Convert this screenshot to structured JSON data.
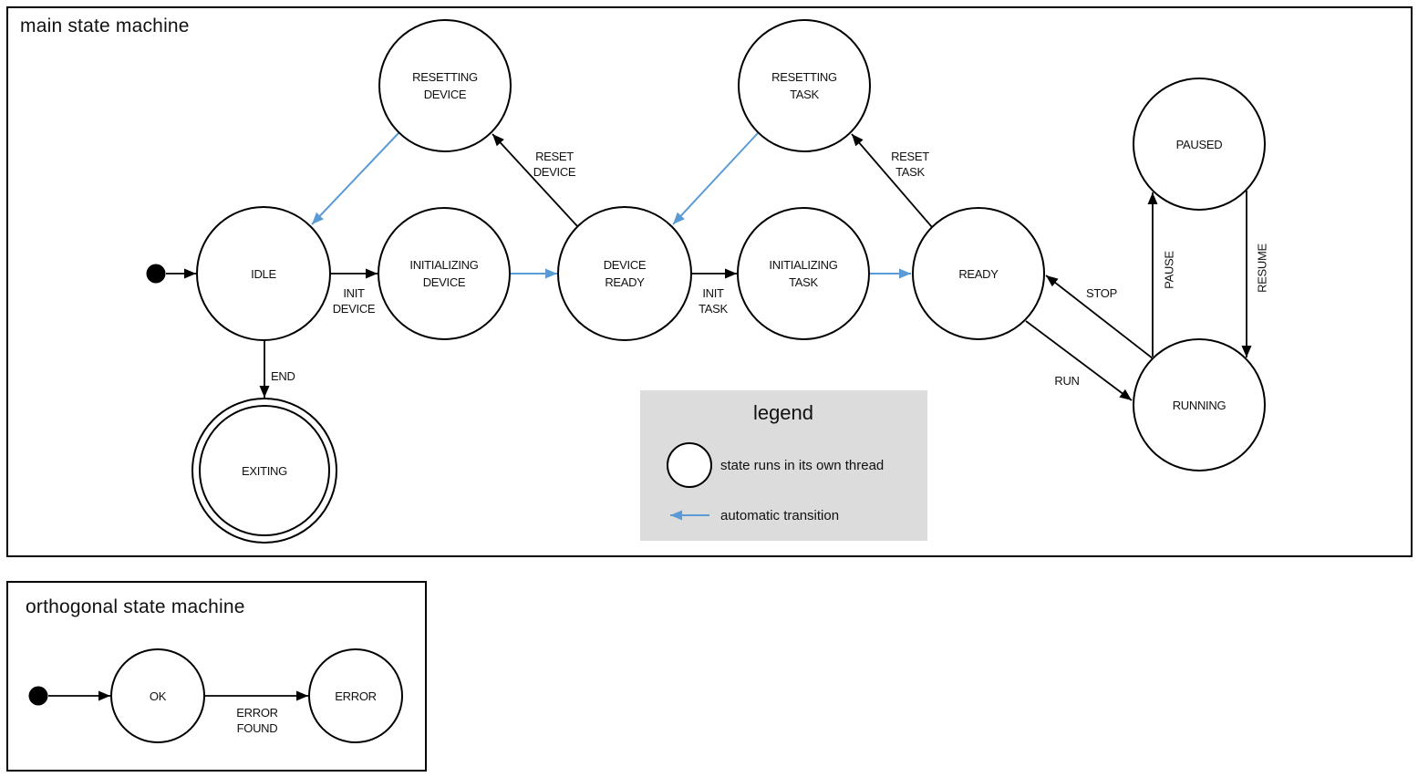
{
  "colors": {
    "state_thread_fill": "#aec6e8",
    "auto_transition_blue": "#5b9bd5",
    "outline_black": "#000000",
    "legend_background": "#dcdcdc"
  },
  "main_machine": {
    "title": "main state machine",
    "states": {
      "idle": "IDLE",
      "resetting_device": [
        "RESETTING",
        "DEVICE"
      ],
      "initializing_device": [
        "INITIALIZING",
        "DEVICE"
      ],
      "device_ready": [
        "DEVICE",
        "READY"
      ],
      "resetting_task": [
        "RESETTING",
        "TASK"
      ],
      "initializing_task": [
        "INITIALIZING",
        "TASK"
      ],
      "ready": "READY",
      "paused": "PAUSED",
      "running": "RUNNING",
      "exiting": "EXITING"
    },
    "transitions": {
      "init_device": [
        "INIT",
        "DEVICE"
      ],
      "init_task": [
        "INIT",
        "TASK"
      ],
      "reset_device": [
        "RESET",
        "DEVICE"
      ],
      "reset_task": [
        "RESET",
        "TASK"
      ],
      "end": "END",
      "run": "RUN",
      "stop": "STOP",
      "pause": "PAUSE",
      "resume": "RESUME"
    }
  },
  "legend": {
    "title": "legend",
    "items": [
      {
        "label": "state runs in its own thread"
      },
      {
        "label": "automatic transition"
      }
    ]
  },
  "orthogonal_machine": {
    "title": "orthogonal state machine",
    "states": {
      "ok": "OK",
      "error": "ERROR"
    },
    "transitions": {
      "error_found": [
        "ERROR",
        "FOUND"
      ]
    }
  }
}
